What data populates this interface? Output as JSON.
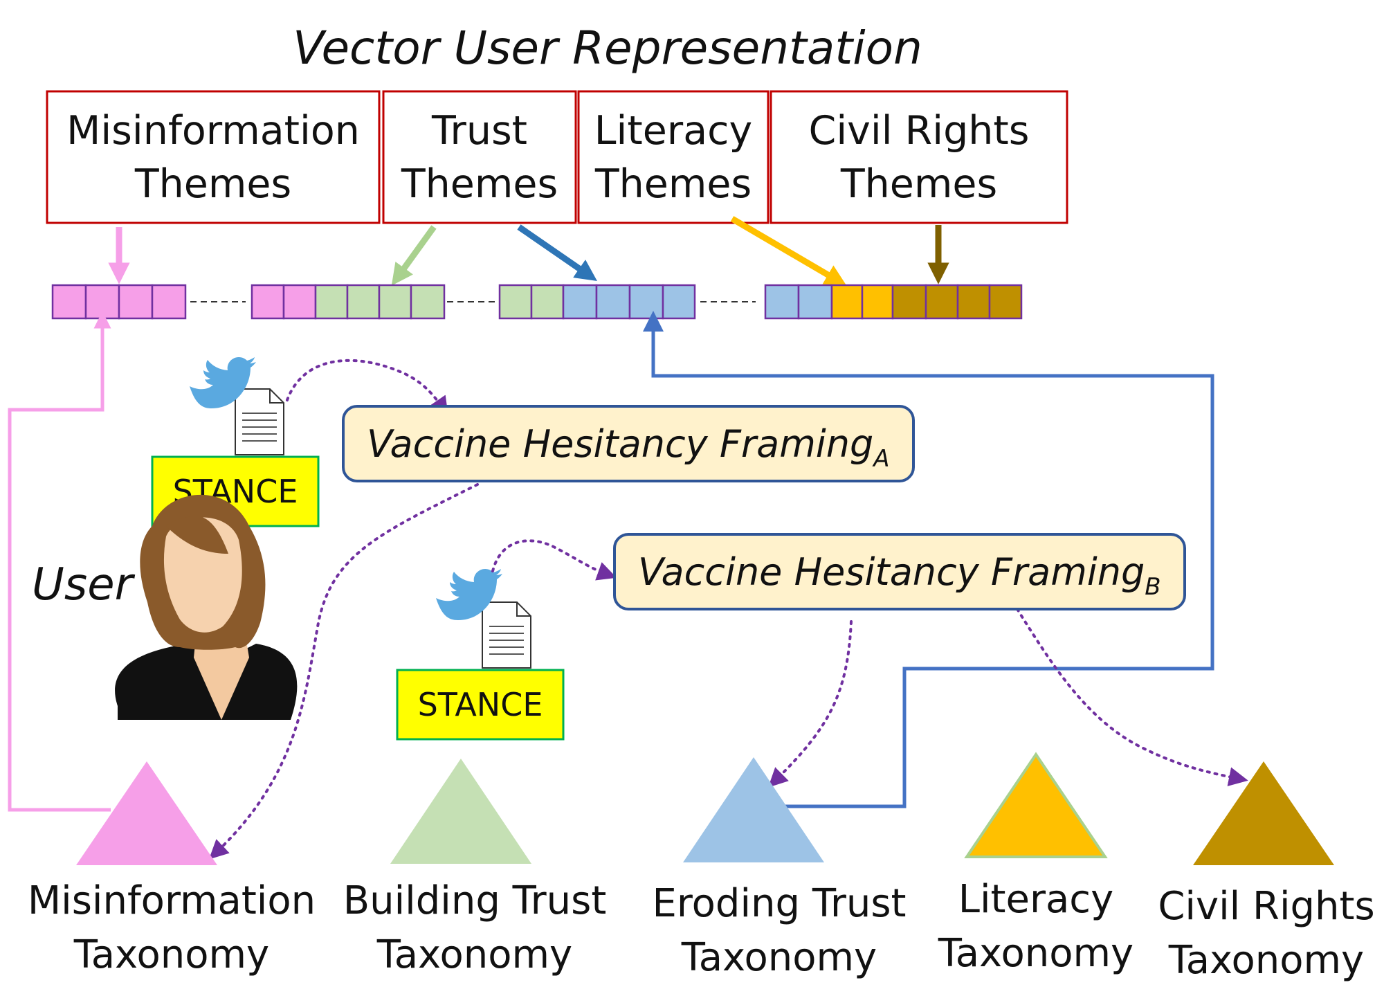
{
  "title": "Vector User Representation",
  "themes": [
    {
      "line1": "Misinformation",
      "line2": "Themes"
    },
    {
      "line1": "Trust",
      "line2": "Themes"
    },
    {
      "line1": "Literacy",
      "line2": "Themes"
    },
    {
      "line1": "Civil Rights",
      "line2": "Themes"
    }
  ],
  "framings": [
    {
      "text": "Vaccine Hesitancy Framing",
      "sub": "A"
    },
    {
      "text": "Vaccine Hesitancy Framing",
      "sub": "B"
    }
  ],
  "stances": [
    "STANCE",
    "STANCE"
  ],
  "user_label": "User",
  "taxonomies": [
    {
      "line1": "Misinformation",
      "line2": "Taxonomy"
    },
    {
      "line1": "Building Trust",
      "line2": "Taxonomy"
    },
    {
      "line1": "Eroding Trust",
      "line2": "Taxonomy"
    },
    {
      "line1": "Literacy",
      "line2": "Taxonomy"
    },
    {
      "line1": "Civil Rights",
      "line2": "Taxonomy"
    }
  ],
  "colors": {
    "misinformation": "#f69fe8",
    "building_trust": "#c5e0b4",
    "eroding_trust": "#9dc3e6",
    "literacy": "#ffc000",
    "civil_rights": "#bf9000",
    "theme_box_border": "#c00000",
    "framing_fill": "#fff2cc",
    "framing_border": "#2f5597",
    "stance_fill": "#ffff00",
    "stance_border": "#00b050",
    "dotted_arrow": "#7030a0",
    "vector_border": "#7030a0",
    "blue_path": "#4472c4",
    "trust_arrow_dark": "#2e75b6",
    "civil_arrow": "#7f6000"
  },
  "icons": [
    "twitter-bird-icon",
    "document-icon",
    "user-avatar-icon"
  ]
}
